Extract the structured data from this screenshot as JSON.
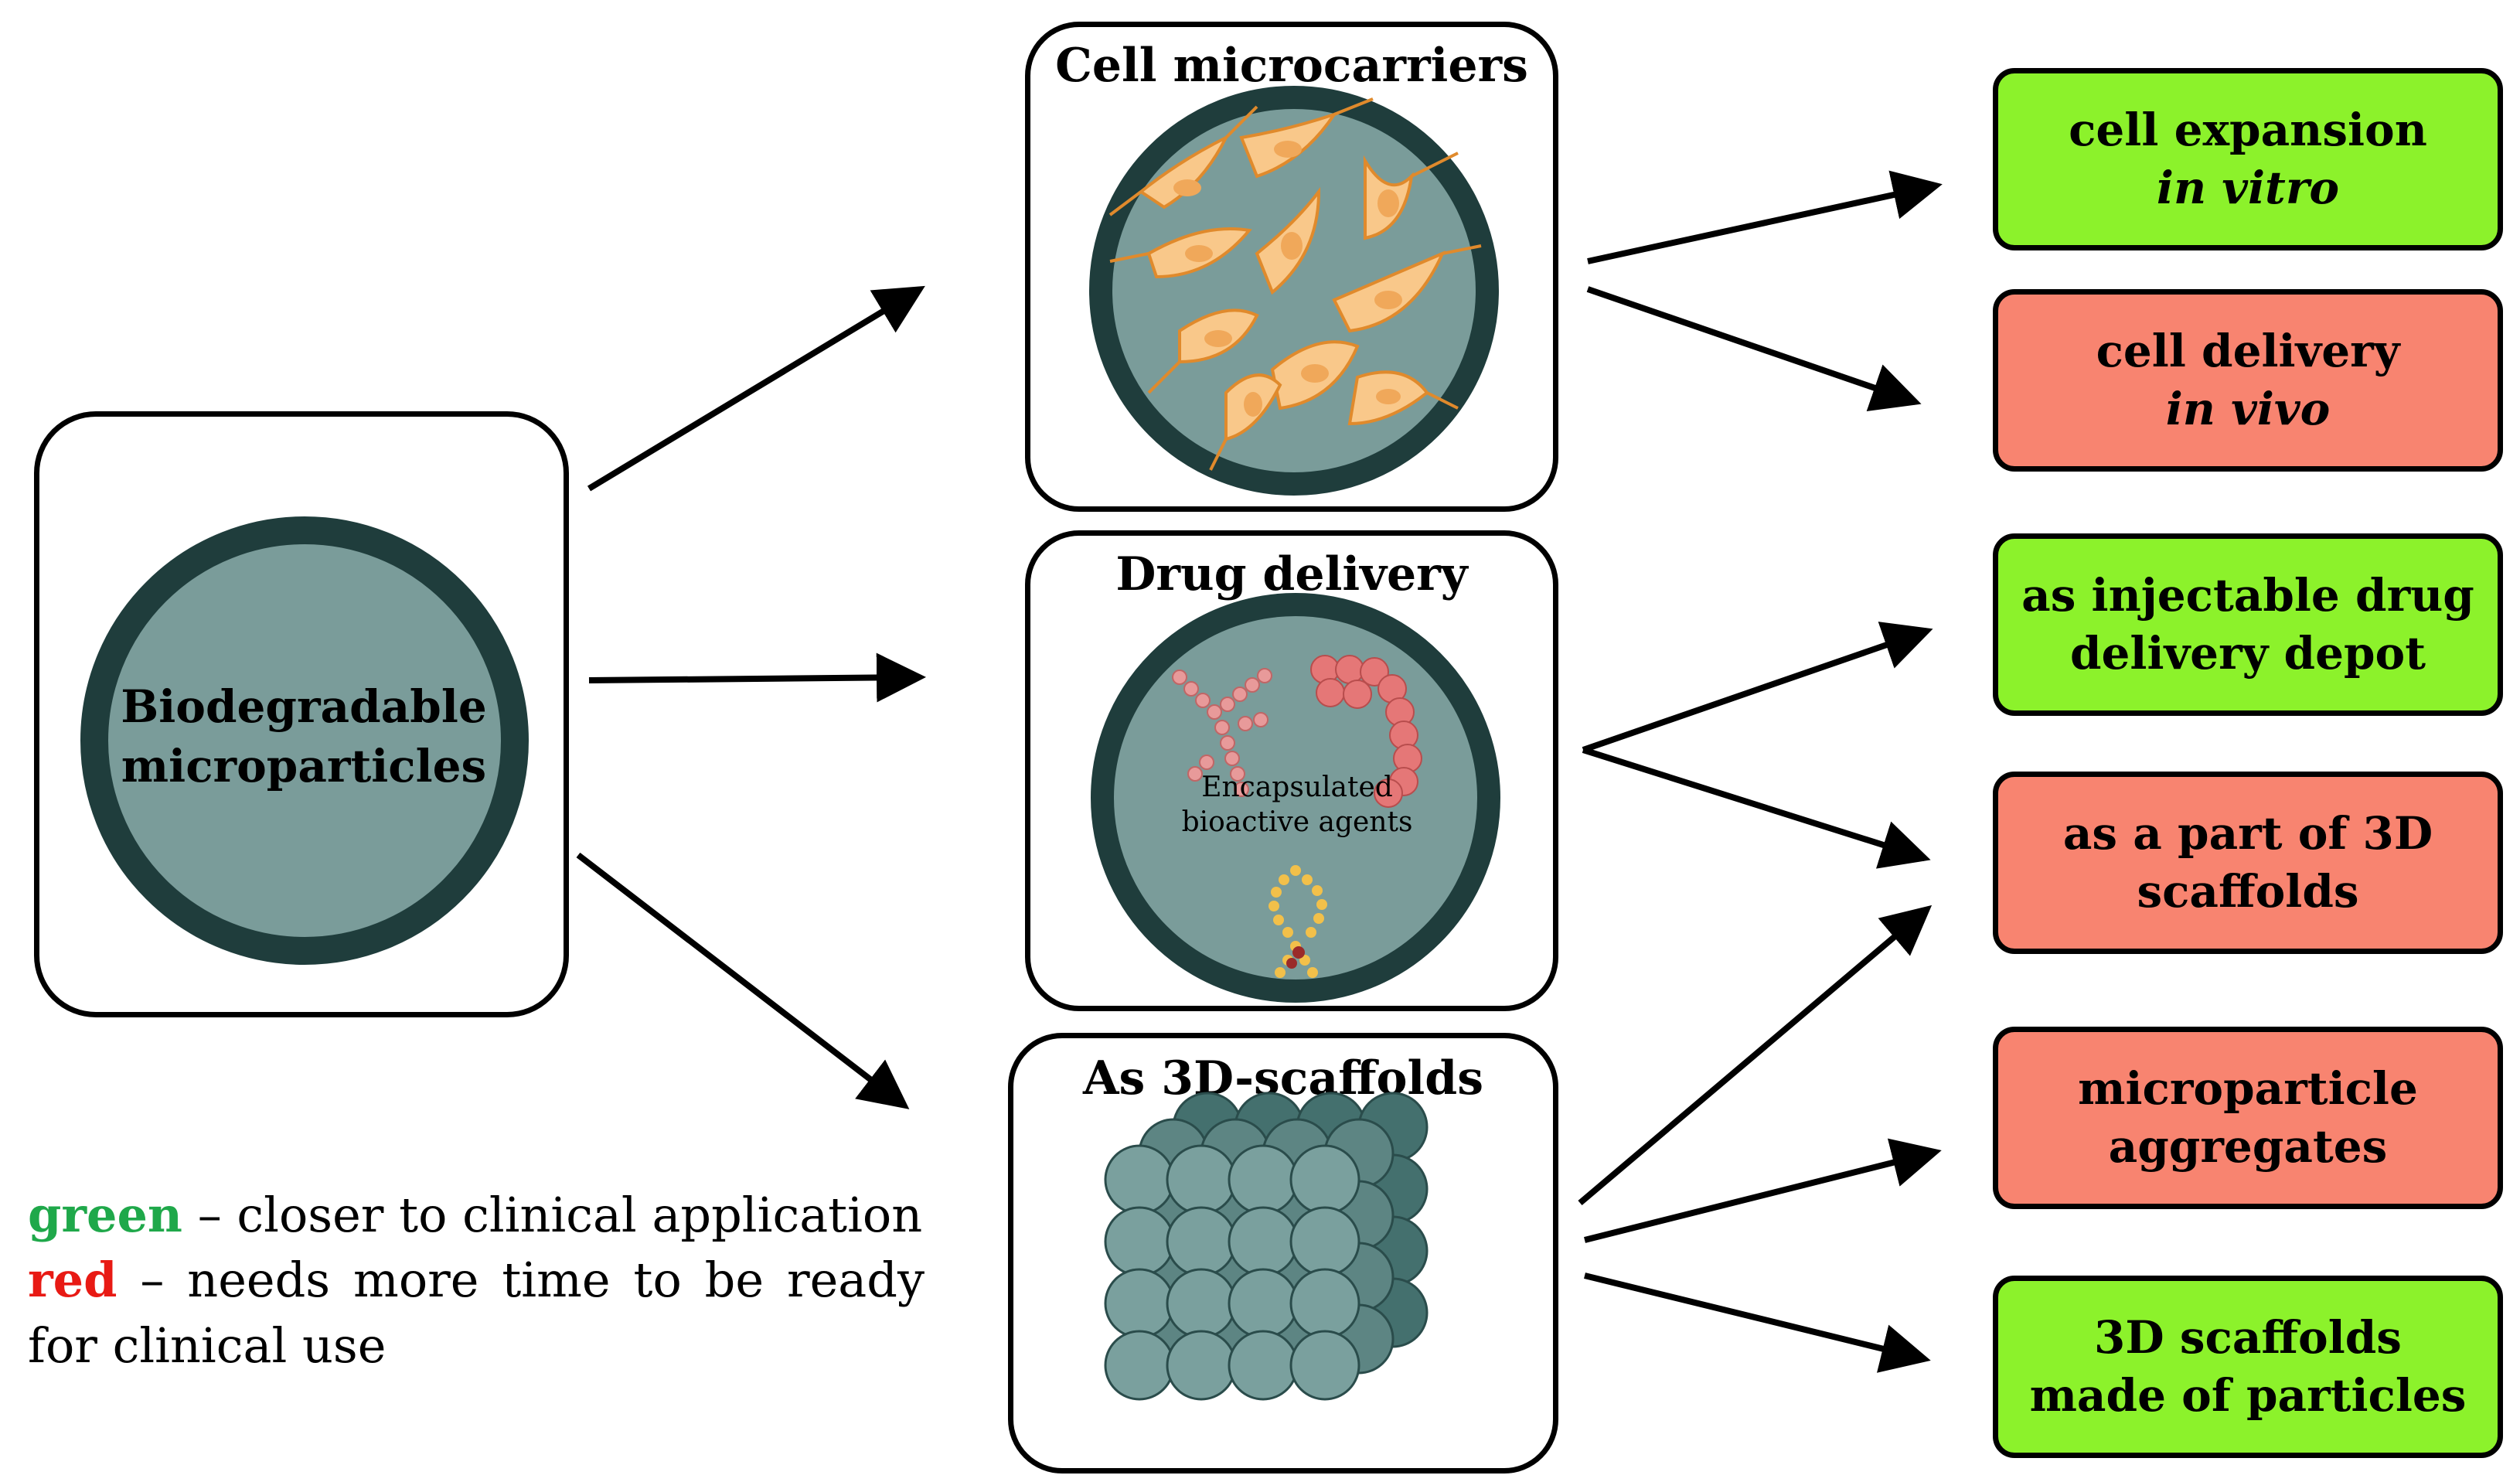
{
  "source": {
    "label_line1": "Biodegradable",
    "label_line2": "microparticles"
  },
  "categories": [
    {
      "id": "microcarriers",
      "title": "Cell microcarriers"
    },
    {
      "id": "drug",
      "title": "Drug delivery",
      "inner_line1": "Encapsulated",
      "inner_line2": "bioactive agents"
    },
    {
      "id": "scaffolds",
      "title": "As 3D-scaffolds"
    }
  ],
  "outcomes": [
    {
      "line1": "cell expansion",
      "line2": "in vitro",
      "status": "green"
    },
    {
      "line1": "cell delivery",
      "line2": "in vivo",
      "status": "red"
    },
    {
      "line1": "as injectable drug",
      "line2": "delivery depot",
      "status": "green"
    },
    {
      "line1": "as a part of 3D",
      "line2": "scaffolds",
      "status": "red"
    },
    {
      "line1": "microparticle",
      "line2": "aggregates",
      "status": "red"
    },
    {
      "line1": "3D scaffolds",
      "line2": "made of particles",
      "status": "green"
    }
  ],
  "legend": {
    "green_word": "green",
    "green_text": " – closer to clinical application",
    "red_word": "red",
    "red_text": " – needs more time to be ready",
    "red_text_cont": "for clinical use"
  },
  "colors": {
    "green_box": "#8cf22b",
    "red_box": "#f88470",
    "sphere_fill": "#7a9c9a",
    "sphere_ring": "#1f3d3c",
    "cell": "#f9c88a",
    "green_word": "#1fa84a",
    "red_word": "#e81a14"
  }
}
